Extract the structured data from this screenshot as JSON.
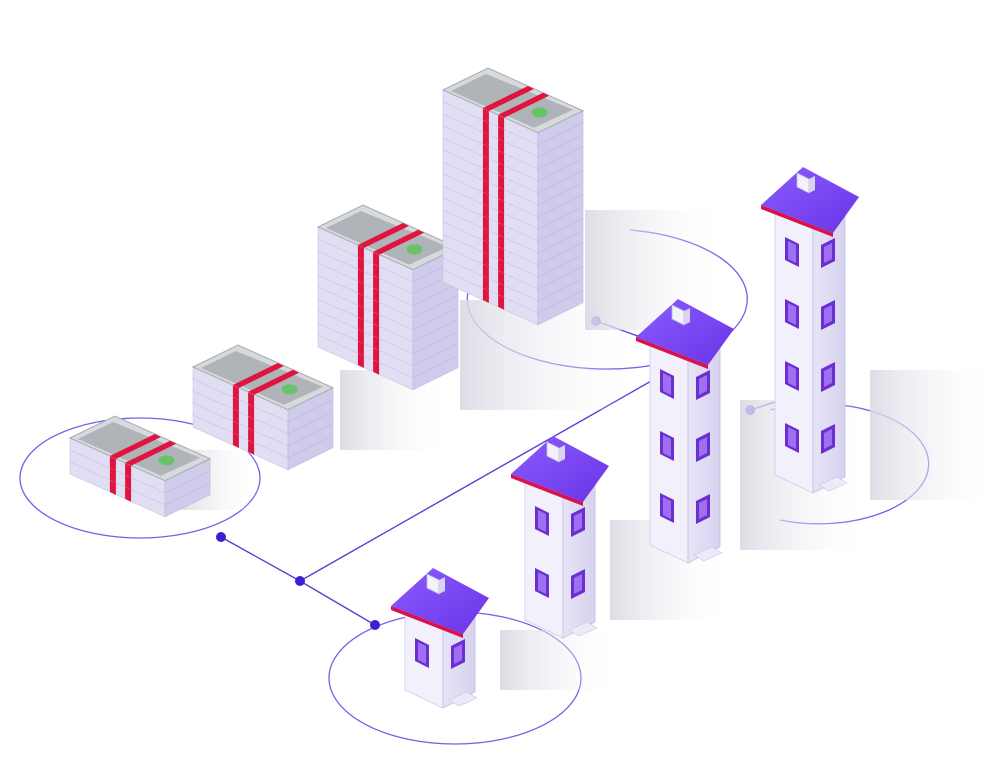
{
  "scene": {
    "colors": {
      "background": "#ffffff",
      "accent_line": "#5b3fd6",
      "ring": "#7a5ce8",
      "roof": "#7c4dff",
      "roof_dark": "#5a2fd8",
      "roof_edge": "#d8124f",
      "wall_light": "#f1f0fb",
      "wall_mid": "#e1def4",
      "wall_dark": "#cfcbea",
      "window": "#6a2ed1",
      "window_glow": "#b78cff",
      "bill_green": "#9aa0a6",
      "bill_dot": "#69c26a",
      "band": "#e0153f",
      "shadow": "#e8e8ee"
    },
    "icons": [
      "money-stack-icon",
      "house-icon",
      "connector-node-icon"
    ],
    "money_stack_layers": [
      3,
      5,
      10,
      16
    ],
    "house_floors": [
      1,
      2,
      3,
      4
    ]
  }
}
